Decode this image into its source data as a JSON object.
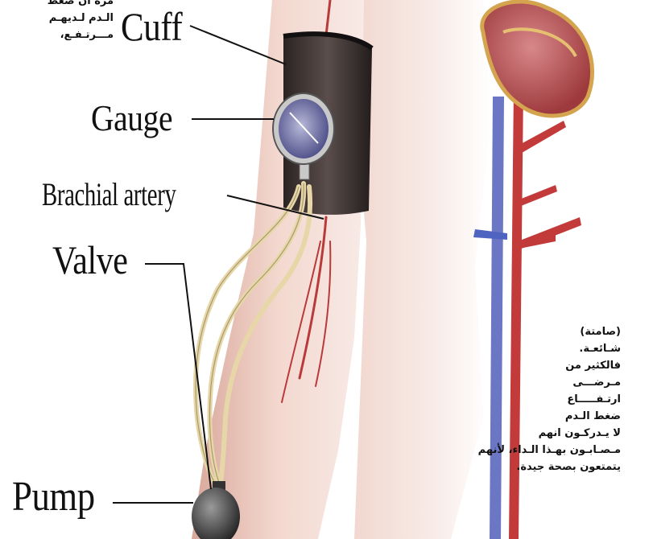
{
  "labels": {
    "cuff": "Cuff",
    "gauge": "Gauge",
    "brachial_artery": "Brachial artery",
    "valve": "Valve",
    "pump": "Pump"
  },
  "arabic_top": [
    "مرة أن ضغط",
    "الـدم لـديهـم",
    "مـــرتـفـع،"
  ],
  "arabic_bottom": [
    "(صامتة)",
    "شـائعـة.",
    "فالكثير من",
    "مـرضـــى",
    "ارتـفـــــاع",
    "ضغط الـدم",
    "لا يـدركـون انهم",
    "مـصـابـون بهـذا الـداء، لأنهم",
    "يتمتعون بصحة جيدة."
  ]
}
